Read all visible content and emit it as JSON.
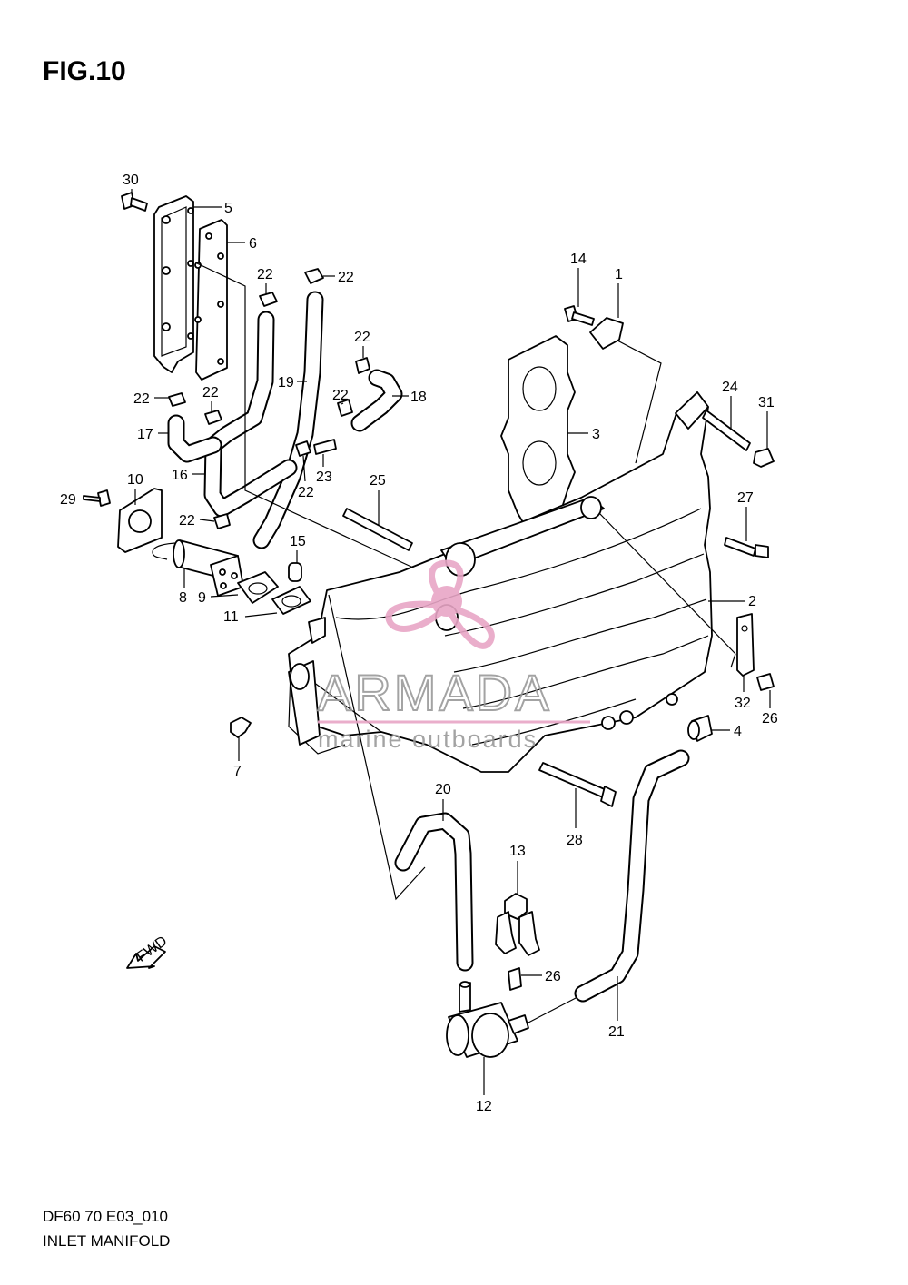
{
  "figure": {
    "title": "FIG.10",
    "code": "DF60 70 E03_010",
    "caption": "INLET MANIFOLD"
  },
  "watermark": {
    "brand": "ARMADA",
    "tagline": "marine outboards",
    "color_pink": "#e8a6c6",
    "color_gray": "#9a9a9a"
  },
  "fwd_arrow": "FWD",
  "callouts": {
    "c1": "1",
    "c2": "2",
    "c3": "3",
    "c4": "4",
    "c5": "5",
    "c6": "6",
    "c7": "7",
    "c8": "8",
    "c9": "9",
    "c10": "10",
    "c11": "11",
    "c12": "12",
    "c13": "13",
    "c14": "14",
    "c15": "15",
    "c16": "16",
    "c17": "17",
    "c18": "18",
    "c19": "19",
    "c20": "20",
    "c21": "21",
    "c22a": "22",
    "c22b": "22",
    "c22c": "22",
    "c22d": "22",
    "c22e": "22",
    "c22f": "22",
    "c22g": "22",
    "c23": "23",
    "c24": "24",
    "c25": "25",
    "c26a": "26",
    "c26b": "26",
    "c27": "27",
    "c28": "28",
    "c29": "29",
    "c30": "30",
    "c31": "31",
    "c32": "32"
  }
}
